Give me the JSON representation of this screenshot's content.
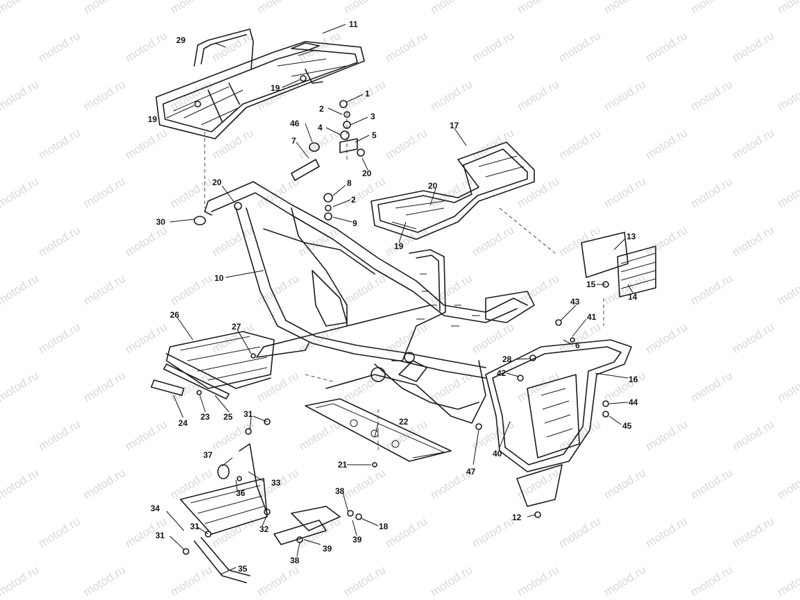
{
  "watermark": "motod.ru",
  "callouts": [
    "1",
    "2",
    "3",
    "4",
    "5",
    "6",
    "7",
    "8",
    "9",
    "10",
    "11",
    "12",
    "13",
    "14",
    "15",
    "16",
    "17",
    "18",
    "19",
    "20",
    "21",
    "22",
    "23",
    "24",
    "25",
    "26",
    "27",
    "28",
    "29",
    "30",
    "31",
    "32",
    "33",
    "34",
    "35",
    "36",
    "37",
    "38",
    "39",
    "40",
    "41",
    "42",
    "43",
    "44",
    "45",
    "46",
    "47"
  ],
  "colors": {
    "line": "#1a1a1a",
    "watermark": "#d9d9d9",
    "background": "#ffffff"
  }
}
